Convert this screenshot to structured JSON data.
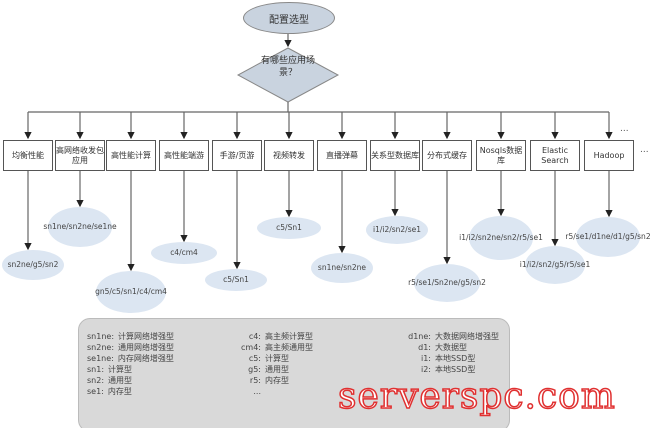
{
  "root": "配置选型",
  "decision": "有哪些应用场景？",
  "scenarios": [
    {
      "label": "均衡性能",
      "types": "sn2ne/g5/sn2"
    },
    {
      "label": "高网络收发包应用",
      "types": "sn1ne/sn2ne/se1ne"
    },
    {
      "label": "高性能计算",
      "types": "gn5/c5/sn1/c4/cm4"
    },
    {
      "label": "高性能端游",
      "types": "c4/cm4"
    },
    {
      "label": "手游/页游",
      "types": "c5/Sn1"
    },
    {
      "label": "视频转发",
      "types": "c5/Sn1"
    },
    {
      "label": "直播弹幕",
      "types": "sn1ne/sn2ne"
    },
    {
      "label": "关系型数据库",
      "types": "i1/i2/sn2/se1"
    },
    {
      "label": "分布式缓存",
      "types": "r5/se1/Sn2ne/g5/sn2"
    },
    {
      "label": "Nosqls数据库",
      "types": "i1/i2/sn2ne/sn2/r5/se1"
    },
    {
      "label": "Elastic Search",
      "types": "i1/i2/sn2/g5/r5/se1"
    },
    {
      "label": "Hadoop",
      "types": "r5/se1/d1ne/d1/g5/sn2"
    }
  ],
  "more": "...",
  "legend": {
    "col1": [
      {
        "code": "sn1ne:",
        "desc": "计算网络增强型"
      },
      {
        "code": "sn2ne:",
        "desc": "通用网络增强型"
      },
      {
        "code": "se1ne:",
        "desc": "内存网络增强型"
      },
      {
        "code": "sn1:",
        "desc": "计算型"
      },
      {
        "code": "sn2:",
        "desc": "通用型"
      },
      {
        "code": "se1:",
        "desc": "内存型"
      }
    ],
    "col2": [
      {
        "code": "c4:",
        "desc": "高主频计算型"
      },
      {
        "code": "cm4:",
        "desc": "高主频通用型"
      },
      {
        "code": "c5:",
        "desc": "计算型"
      },
      {
        "code": "g5:",
        "desc": "通用型"
      },
      {
        "code": "r5:",
        "desc": "内存型"
      },
      {
        "code": "...",
        "desc": ""
      }
    ],
    "col3": [
      {
        "code": "d1ne:",
        "desc": "大数据网络增强型"
      },
      {
        "code": "d1:",
        "desc": "大数据型"
      },
      {
        "code": "i1:",
        "desc": "本地SSD型"
      },
      {
        "code": "i2:",
        "desc": "本地SSD型"
      }
    ]
  },
  "watermark": "serverspc.com"
}
